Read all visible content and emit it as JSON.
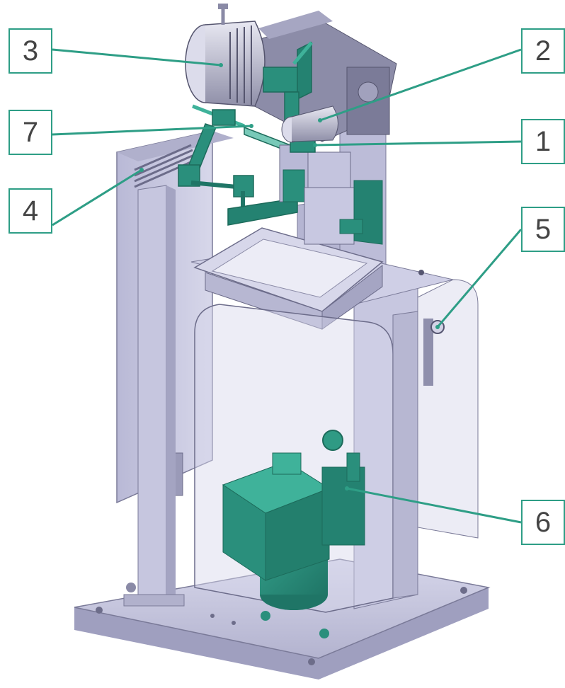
{
  "figure": {
    "subject": "machine-assembly-cad-render",
    "colors": {
      "callout": "#2e9e86",
      "machine_body": "#c9c9e2",
      "machine_shade": "#a3a3c4",
      "machine_dark": "#6c6c8a",
      "component": "#2a8f7c",
      "component_dark": "#1d6b5b",
      "motor": "#8e8ea6"
    }
  },
  "callouts": [
    {
      "id": "c1",
      "label": "1"
    },
    {
      "id": "c2",
      "label": "2"
    },
    {
      "id": "c3",
      "label": "3"
    },
    {
      "id": "c4",
      "label": "4"
    },
    {
      "id": "c5",
      "label": "5"
    },
    {
      "id": "c6",
      "label": "6"
    },
    {
      "id": "c7",
      "label": "7"
    }
  ]
}
